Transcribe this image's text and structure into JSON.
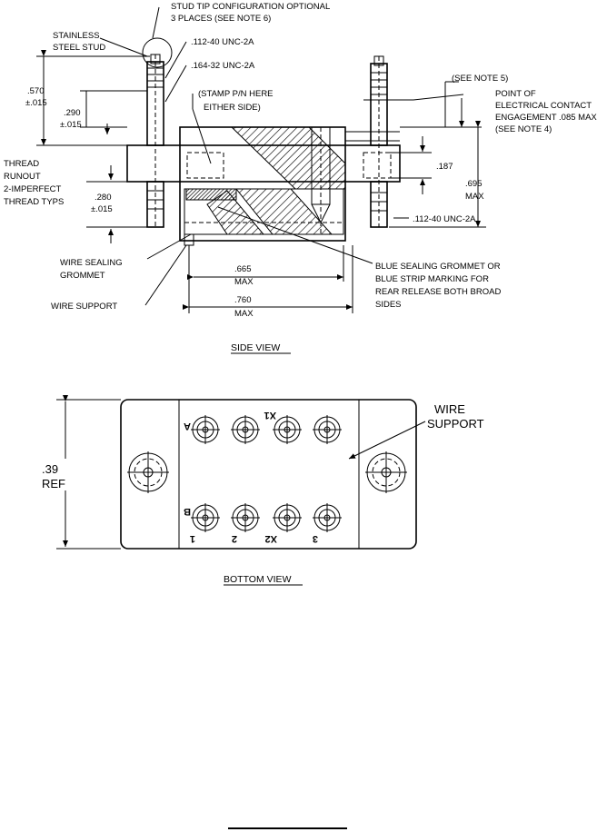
{
  "side_view": {
    "title": "SIDE VIEW",
    "callouts": {
      "stud_tip_1": "STUD TIP CONFIGURATION OPTIONAL",
      "stud_tip_2": "3 PLACES (SEE NOTE 6)",
      "stainless_1": "STAINLESS",
      "stainless_2": "STEEL STUD",
      "thread_112_top": ".112-40 UNC-2A",
      "thread_164": ".164-32 UNC-2A",
      "stamp_1": "(STAMP P/N HERE",
      "stamp_2": "EITHER SIDE)",
      "see_note5": "(SEE NOTE 5)",
      "contact_1": "POINT OF",
      "contact_2": "ELECTRICAL CONTACT",
      "contact_3": "ENGAGEMENT .085 MAX",
      "contact_4": "(SEE NOTE 4)",
      "runout_1": "THREAD",
      "runout_2": "RUNOUT",
      "runout_3": "2-IMPERFECT",
      "runout_4": "THREAD TYPS",
      "thread_112_bottom": ".112-40 UNC-2A",
      "grommet_1": "WIRE SEALING",
      "grommet_2": "GROMMET",
      "wire_support": "WIRE SUPPORT",
      "blue_1": "BLUE SEALING GROMMET OR",
      "blue_2": "BLUE STRIP MARKING FOR",
      "blue_3": "REAR RELEASE BOTH BROAD",
      "blue_4": "SIDES"
    },
    "dims": {
      "d570": ".570",
      "d570_tol": "±.015",
      "d290": ".290",
      "d290_tol": "±.015",
      "d280": ".280",
      "d280_tol": "±.015",
      "d187": ".187",
      "d695": ".695",
      "d695_max": "MAX",
      "d665": ".665",
      "d665_max": "MAX",
      "d760": ".760",
      "d760_max": "MAX"
    }
  },
  "bottom_view": {
    "title": "BOTTOM VIEW",
    "wire_support_1": "WIRE",
    "wire_support_2": "SUPPORT",
    "dim_39": ".39",
    "dim_ref": "REF",
    "pins": {
      "A": "A",
      "X1": "X1",
      "B": "B",
      "p1": "1",
      "p2": "2",
      "X2": "X2",
      "p3": "3"
    }
  }
}
